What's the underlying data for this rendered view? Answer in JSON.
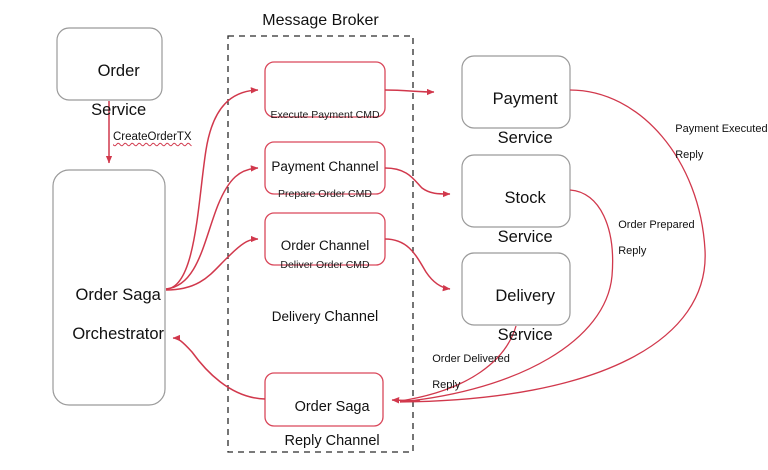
{
  "diagram": {
    "title": "Saga Orchestration Message Broker Flow",
    "colors": {
      "flow": "#d1384c",
      "channel_border": "#d9485b",
      "service_border": "#9a9a9a",
      "broker_border": "#2b2b2b",
      "background": "#ffffff"
    }
  },
  "broker": {
    "title": "Message Broker"
  },
  "services": {
    "order_service": {
      "line1": "Order",
      "line2": "Service"
    },
    "orchestrator": {
      "line1": "Order Saga",
      "line2": "Orchestrator"
    },
    "payment_service": {
      "line1": "Payment",
      "line2": "Service"
    },
    "stock_service": {
      "line1": "Stock",
      "line2": "Service"
    },
    "delivery_service": {
      "line1": "Delivery",
      "line2": "Service"
    }
  },
  "channels": {
    "payment": {
      "command": "Execute Payment CMD",
      "name": "Payment Channel"
    },
    "order": {
      "command": "Prepare Order CMD",
      "name": "Order Channel"
    },
    "delivery": {
      "command": "Deliver Order CMD",
      "name_a": "Delivery ",
      "name_b": "Channel"
    },
    "reply": {
      "line1": "Order Saga",
      "line2": "Reply Channel"
    }
  },
  "edges": {
    "create_order": "CreateOrderTX",
    "payment_executed": {
      "line1": "Payment Executed",
      "line2": "Reply"
    },
    "order_prepared": {
      "line1": "Order Prepared",
      "line2": "Reply"
    },
    "order_delivered": {
      "line1": "Order Delivered",
      "line2": "Reply"
    }
  }
}
